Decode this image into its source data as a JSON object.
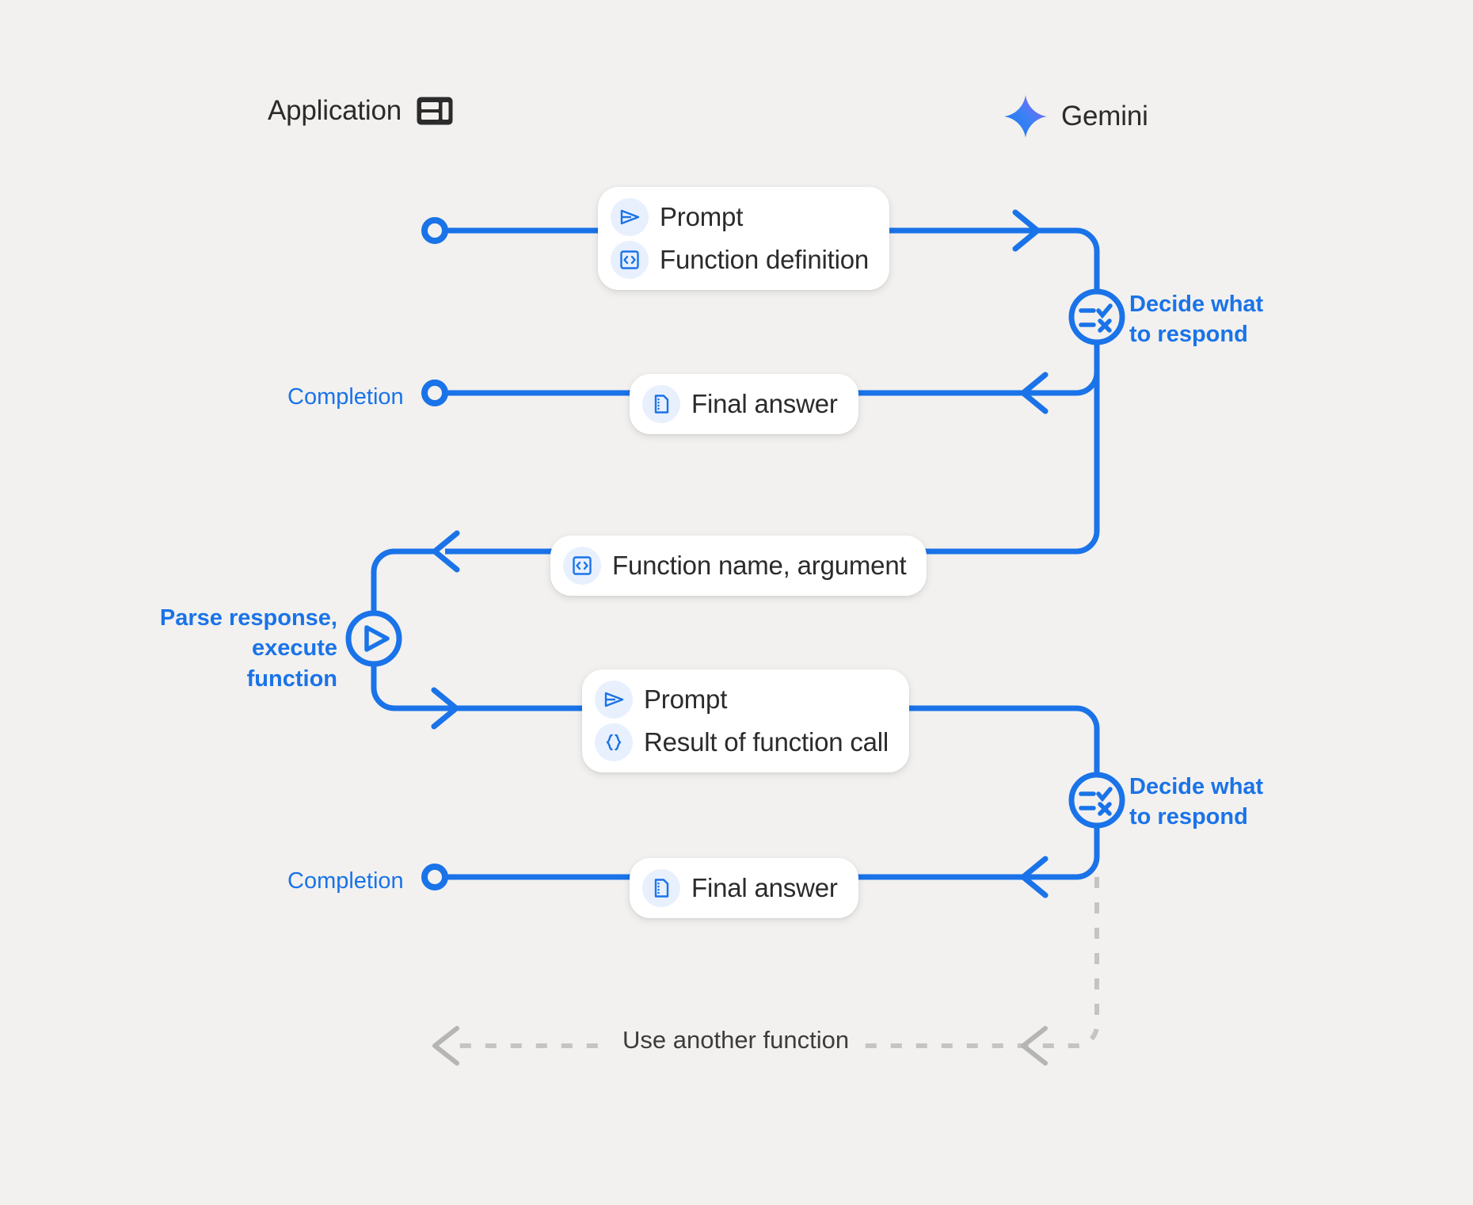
{
  "canvas": {
    "background": "#f2f1ef",
    "accent": "#1a73e8",
    "muted": "#c4c4c4",
    "text": "#2b2b2b"
  },
  "lanes": [
    {
      "id": "application",
      "title": "Application",
      "icon": "app-window-icon"
    },
    {
      "id": "gemini",
      "title": "Gemini",
      "icon": "gemini-sparkle-icon"
    }
  ],
  "captions": {
    "completion_1": "Completion",
    "completion_2": "Completion",
    "parse_execute": "Parse response,\nexecute function",
    "parse_execute_line1": "Parse response,",
    "parse_execute_line2": "execute function",
    "decide_1_line1": "Decide what",
    "decide_1_line2": "to respond",
    "decide_2_line1": "Decide what",
    "decide_2_line2": "to respond"
  },
  "messages": [
    {
      "id": "prompt-definition",
      "rows": [
        {
          "icon": "send-triangle-icon",
          "label": "Prompt"
        },
        {
          "icon": "code-box-icon",
          "label": "Function definition"
        }
      ]
    },
    {
      "id": "final-answer-1",
      "rows": [
        {
          "icon": "document-icon",
          "label": "Final answer"
        }
      ]
    },
    {
      "id": "function-name-argument",
      "rows": [
        {
          "icon": "code-box-icon",
          "label": "Function name,  argument"
        }
      ]
    },
    {
      "id": "prompt-result",
      "rows": [
        {
          "icon": "send-triangle-icon",
          "label": "Prompt"
        },
        {
          "icon": "curly-braces-icon",
          "label": "Result of function call"
        }
      ]
    },
    {
      "id": "final-answer-2",
      "rows": [
        {
          "icon": "document-icon",
          "label": "Final answer"
        }
      ]
    }
  ],
  "nodes": {
    "decide_icon": "checklist-circle-icon",
    "parse_icon": "play-circle-icon",
    "endpoint_icon": "open-circle-node"
  },
  "loop": {
    "label": "Use another function",
    "style": "dashed"
  }
}
